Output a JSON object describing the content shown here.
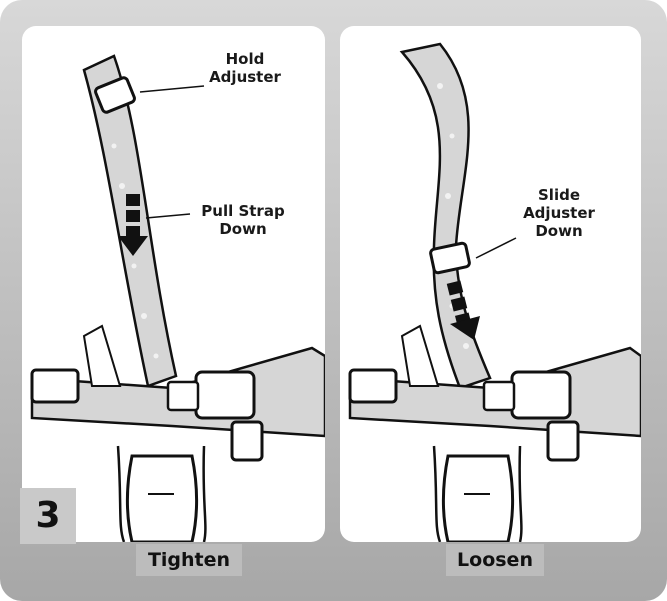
{
  "step_number": "3",
  "panels": [
    {
      "caption": "Tighten",
      "callouts": {
        "adjuster": "Hold\nAdjuster",
        "strap": "Pull Strap\nDown"
      }
    },
    {
      "caption": "Loosen",
      "callouts": {
        "adjuster": "Slide\nAdjuster\nDown"
      }
    }
  ],
  "colors": {
    "strap_fill": "#d6d6d6",
    "outline": "#111111",
    "frame": "#bdbdbd"
  }
}
